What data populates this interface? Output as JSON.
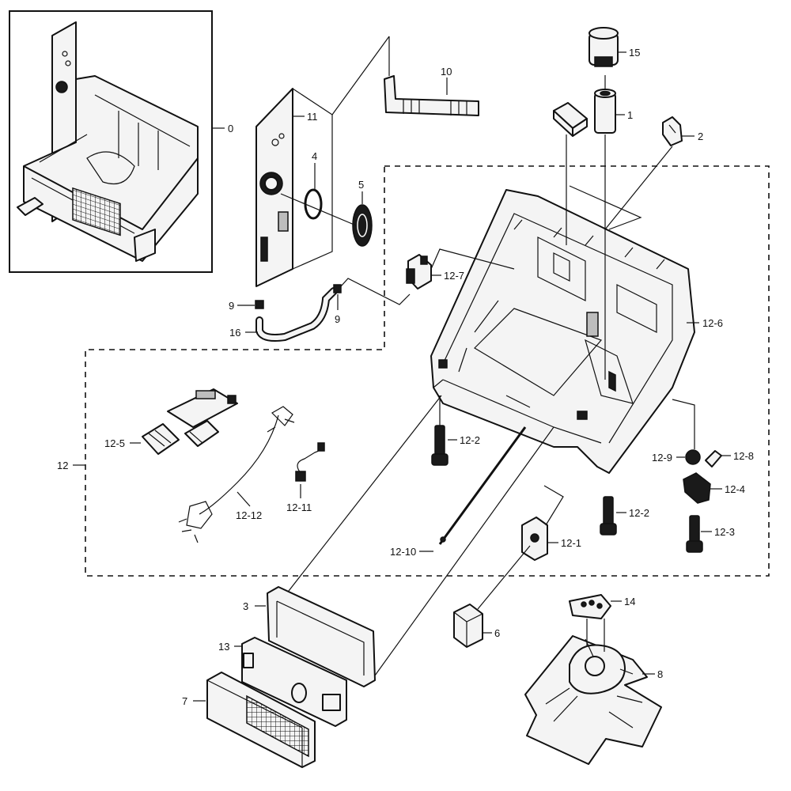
{
  "labels": {
    "l0": "0",
    "l1": "1",
    "l2": "2",
    "l3": "3",
    "l4": "4",
    "l5": "5",
    "l6": "6",
    "l7": "7",
    "l8": "8",
    "l9a": "9",
    "l9b": "9",
    "l10": "10",
    "l11": "11",
    "l12": "12",
    "l13": "13",
    "l14": "14",
    "l15": "15",
    "l16": "16",
    "l12_1": "12-1",
    "l12_2a": "12-2",
    "l12_2b": "12-2",
    "l12_3": "12-3",
    "l12_4": "12-4",
    "l12_5": "12-5",
    "l12_6": "12-6",
    "l12_7": "12-7",
    "l12_8": "12-8",
    "l12_9": "12-9",
    "l12_10": "12-10",
    "l12_11": "12-11",
    "l12_12": "12-12"
  }
}
